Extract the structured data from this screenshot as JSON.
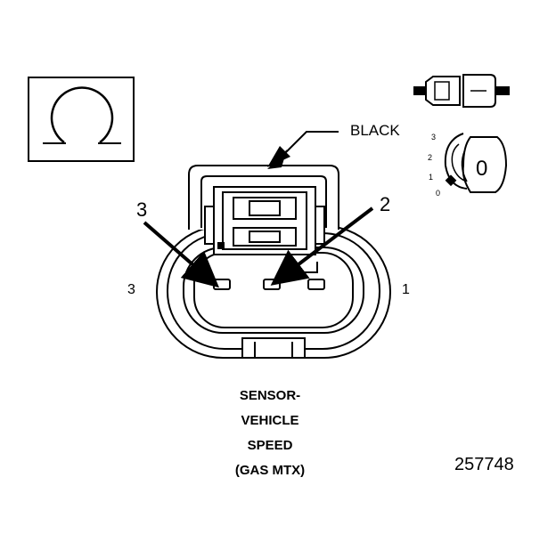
{
  "symbol": {
    "name": "ohm-symbol",
    "glyph": "Ω"
  },
  "wire_color_label": "BLACK",
  "callouts": {
    "pin_a": "3",
    "pin_b": "2"
  },
  "side_labels": {
    "left": "3",
    "right": "1"
  },
  "position_indicator": {
    "ticks": [
      "3",
      "2",
      "1",
      "0"
    ],
    "value": "0"
  },
  "caption": {
    "line1": "SENSOR-",
    "line2": "VEHICLE",
    "line3": "SPEED",
    "line4": "(GAS MTX)"
  },
  "figure_number": "257748"
}
